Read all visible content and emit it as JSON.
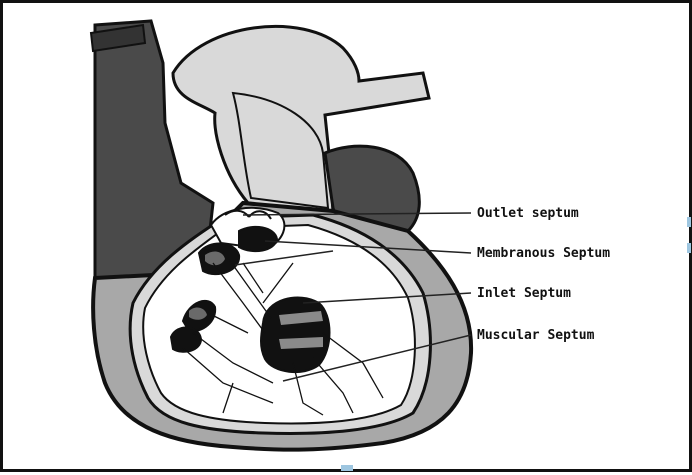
{
  "labels": {
    "outlet": "Outlet septum",
    "membranous": "Membranous Septum",
    "inlet": "Inlet Septum",
    "muscular": "Muscular Septum"
  },
  "colors": {
    "dark": "#4a4a4a",
    "mid": "#a8a8a8",
    "light": "#d9d9d9",
    "black": "#111111",
    "white": "#ffffff"
  }
}
